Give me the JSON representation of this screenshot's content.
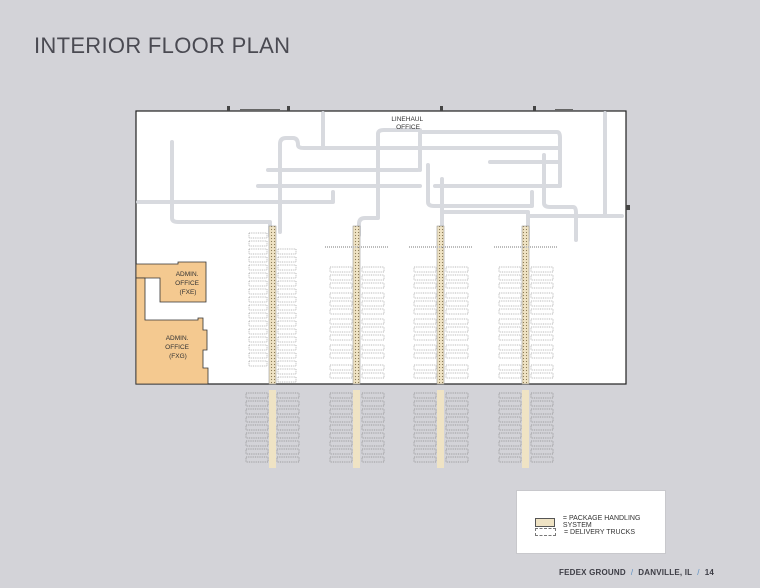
{
  "page": {
    "title": "INTERIOR FLOOR PLAN"
  },
  "floor_plan": {
    "labels": {
      "linehaul_office": [
        "LINEHAUL",
        "OFFICE"
      ],
      "admin_fxe": [
        "ADMIN.",
        "OFFICE",
        "(FXE)"
      ],
      "admin_fxg": [
        "ADMIN.",
        "OFFICE",
        "(FXG)"
      ]
    },
    "colors": {
      "office_fill": "#f4c990",
      "conveyor": "#d8dadf",
      "package_handling": "#efe3c4",
      "wall": "#222222"
    }
  },
  "legend": {
    "items": [
      {
        "label": "= PACKAGE HANDLING SYSTEM",
        "symbol": "package-handling-swatch"
      },
      {
        "label": "= DELIVERY TRUCKS",
        "symbol": "delivery-truck-swatch"
      }
    ]
  },
  "footer": {
    "company": "FEDEX GROUND",
    "location": "DANVILLE, IL",
    "page_number": "14",
    "separator": "/"
  }
}
